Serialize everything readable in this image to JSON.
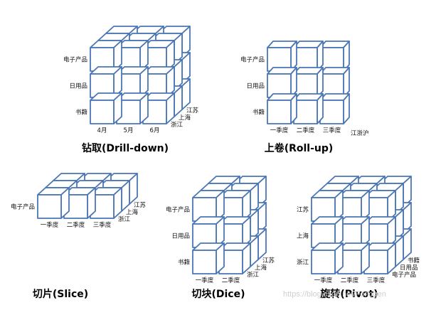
{
  "colors": {
    "edge": "#4a76b6",
    "face": "#ffffff"
  },
  "panels": [
    {
      "id": "drill",
      "title": "钻取(Drill-down)",
      "rows": [
        "电子产品",
        "日用品",
        "书籍"
      ],
      "cols": [
        "4月",
        "5月",
        "6月"
      ],
      "depth": [
        "江苏",
        "上海",
        "浙江"
      ]
    },
    {
      "id": "roll",
      "title": "上卷(Roll-up)",
      "rows": [
        "电子产品",
        "日用品",
        "书籍"
      ],
      "cols": [
        "一季度",
        "二季度",
        "三季度"
      ],
      "depth": [
        "江浙沪"
      ]
    },
    {
      "id": "slice",
      "title": "切片(Slice)",
      "rows": [
        "电子产品"
      ],
      "cols": [
        "一季度",
        "二季度",
        "三季度"
      ],
      "depth": [
        "江苏",
        "上海",
        "浙江"
      ]
    },
    {
      "id": "dice",
      "title": "切块(Dice)",
      "rows": [
        "电子产品",
        "日用品",
        "书籍"
      ],
      "cols": [
        "一季度",
        "二季度"
      ],
      "depth": [
        "江苏",
        "上海",
        "浙江"
      ]
    },
    {
      "id": "pivot",
      "title": "旋转(Pivot)",
      "rows": [
        "江苏",
        "上海",
        "浙江"
      ],
      "cols": [
        "一季度",
        "二季度",
        "三季度"
      ],
      "depth": [
        "书籍",
        "日用品",
        "电子产品"
      ]
    }
  ],
  "watermark": "https://blog.csdn.net/Forlogen"
}
